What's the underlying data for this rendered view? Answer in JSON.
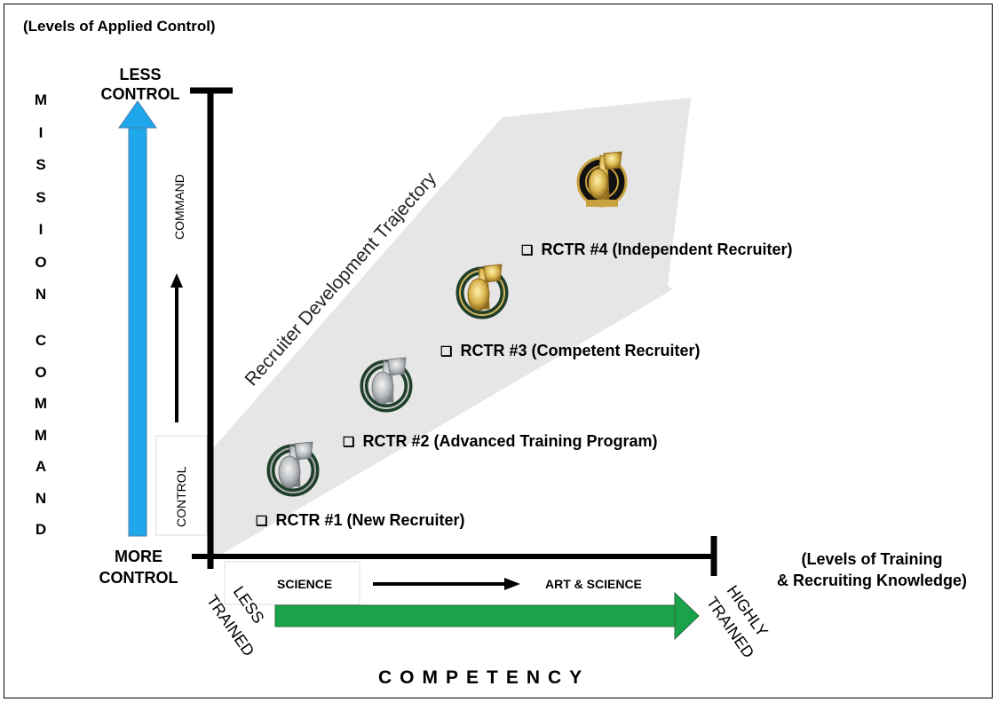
{
  "top_label": "(Levels of Applied Control)",
  "y_axis": {
    "title_letters_top": [
      "M",
      "I",
      "S",
      "S",
      "I",
      "O",
      "N"
    ],
    "title_letters_bottom": [
      "C",
      "O",
      "M",
      "M",
      "A",
      "N",
      "D"
    ],
    "top_label_lines": [
      "LESS",
      "CONTROL"
    ],
    "bottom_label_lines": [
      "MORE",
      "CONTROL"
    ],
    "upper_label": "COMMAND",
    "lower_label": "CONTROL",
    "arrow_color": "#1ea7ea"
  },
  "x_axis": {
    "left_label_lines": [
      "LESS",
      "TRAINED"
    ],
    "right_label_lines": [
      "HIGHLY",
      "TRAINED"
    ],
    "left_stage": "SCIENCE",
    "right_stage": "ART & SCIENCE",
    "right_note_lines": [
      "(Levels of Training",
      "& Recruiting Knowledge)"
    ],
    "title": "COMPETENCY",
    "arrow_color": "#1aa34a"
  },
  "trajectory": {
    "label": "Recruiter Development Trajectory",
    "fill_color": "#e6e6e6"
  },
  "stages": [
    {
      "bullet": "❑",
      "text": "RCTR #1 (New Recruiter)",
      "badge": "recruiter-badge-silver-icon"
    },
    {
      "bullet": "❑",
      "text": "RCTR #2 (Advanced Training Program)",
      "badge": "recruiter-badge-silver-icon"
    },
    {
      "bullet": "❑",
      "text": "RCTR #3 (Competent Recruiter)",
      "badge": "recruiter-badge-gold-icon"
    },
    {
      "bullet": "❑",
      "text": "RCTR #4 (Independent Recruiter)",
      "badge": "master-recruiter-badge-icon"
    }
  ]
}
